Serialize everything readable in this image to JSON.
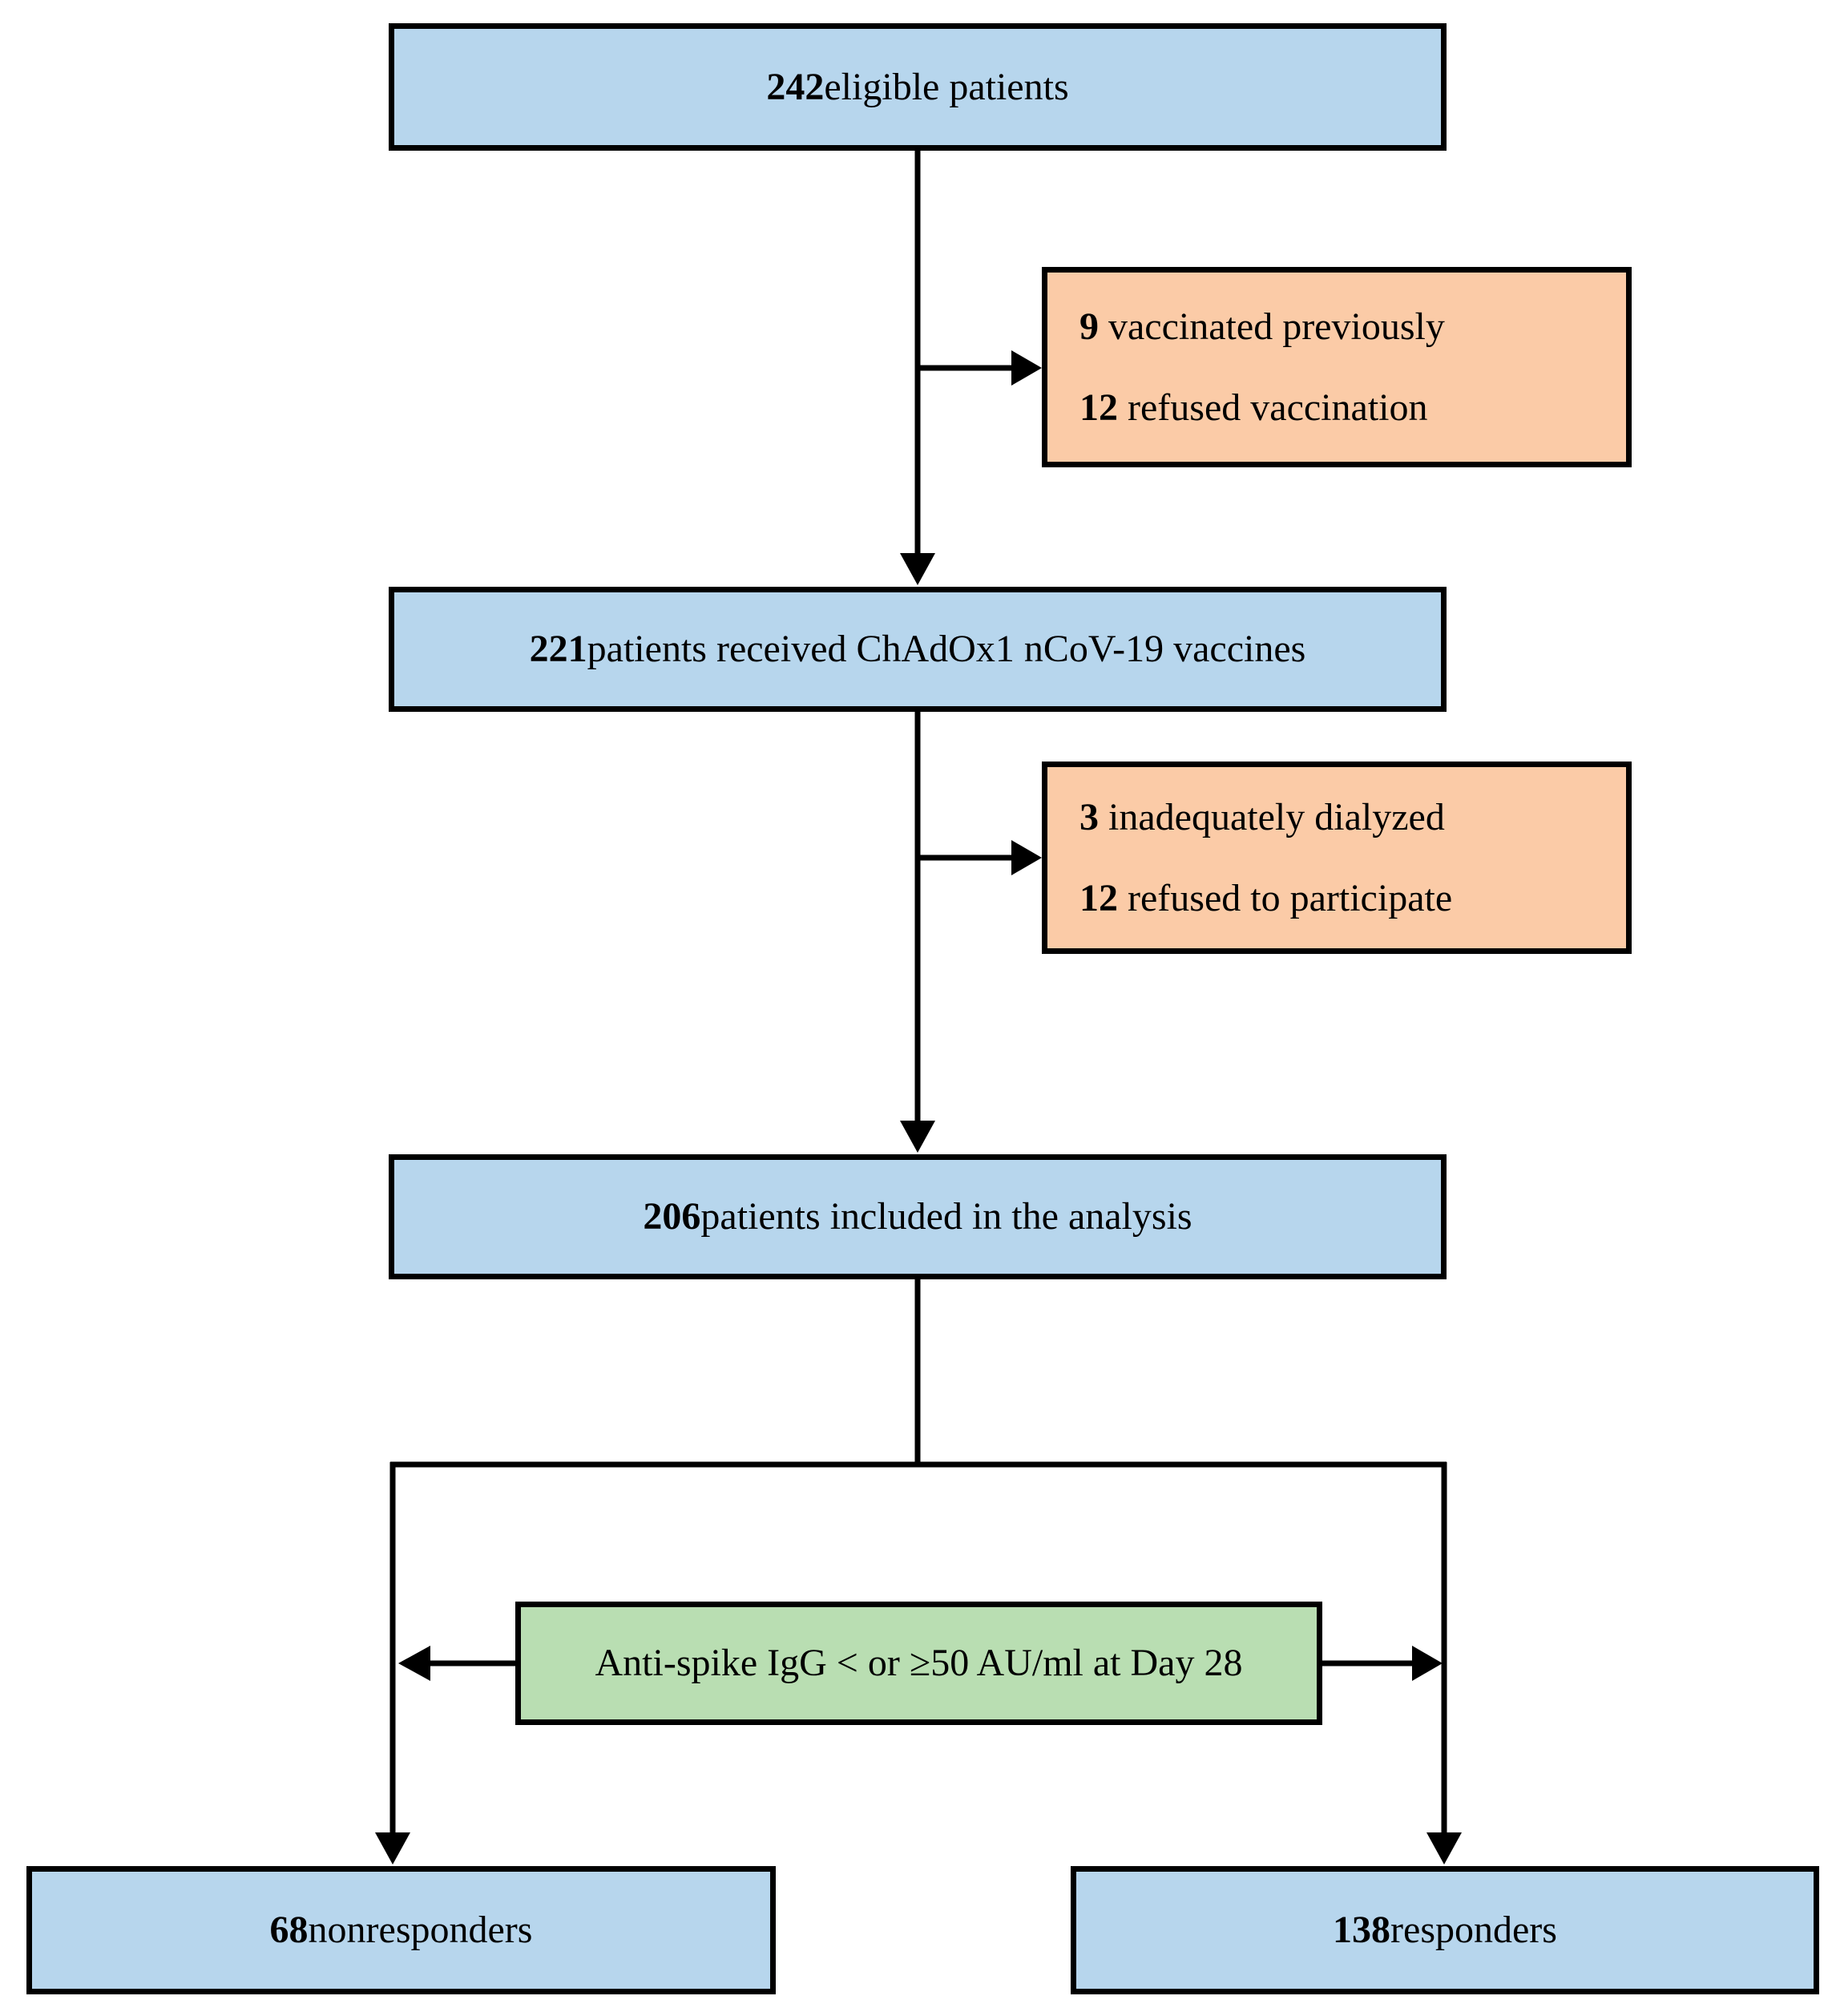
{
  "flowchart": {
    "eligible": {
      "count": "242",
      "label": "eligible patients"
    },
    "excluded_1": {
      "line1_count": "9",
      "line1_label": "vaccinated previously",
      "line2_count": "12",
      "line2_label": "refused vaccination"
    },
    "vaccinated": {
      "count": "221",
      "label": "patients received ChAdOx1 nCoV-19 vaccines"
    },
    "excluded_2": {
      "line1_count": "3",
      "line1_label": "inadequately dialyzed",
      "line2_count": "12",
      "line2_label": "refused to participate"
    },
    "analyzed": {
      "count": "206",
      "label": "patients included in the analysis"
    },
    "criterion": {
      "label": "Anti-spike IgG < or ≥50 AU/ml at Day 28"
    },
    "nonresponders": {
      "count": "68",
      "label": "nonresponders"
    },
    "responders": {
      "count": "138",
      "label": "responders"
    }
  },
  "colors": {
    "box_fill_blue": "#B7D6ED",
    "box_fill_orange": "#FBCBA7",
    "box_fill_green": "#B9DEB2",
    "lines_and_borders": "#000000",
    "background": "#FFFFFF"
  }
}
